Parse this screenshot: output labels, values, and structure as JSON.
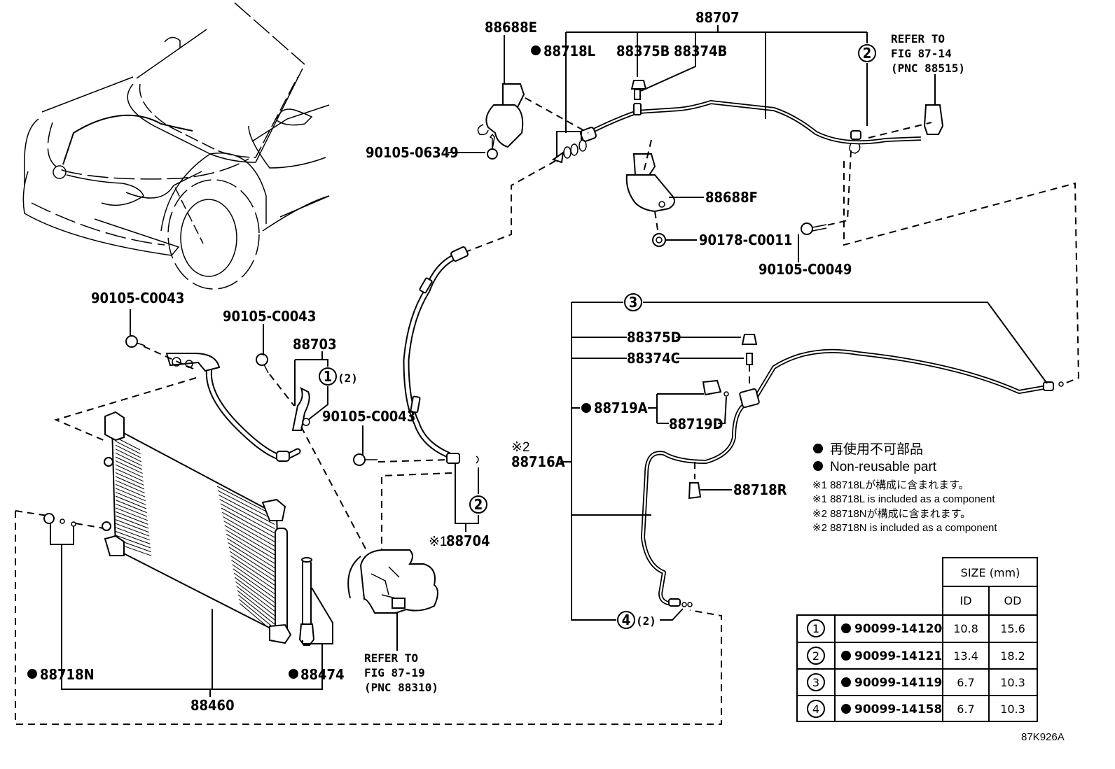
{
  "figure_code": "87K926A",
  "legend": {
    "non_reusable_jp": "再使用不可部品",
    "non_reusable_en": "Non-reusable part",
    "notes": [
      "※1 88718Lが構成に含まれます。",
      "※1 88718L  is included as a component",
      "※2 88718Nが構成に含まれます。",
      "※2 88718N is included as a component"
    ]
  },
  "references": [
    {
      "lines": [
        "REFER TO",
        "FIG 87-14",
        "(PNC 88515)"
      ]
    },
    {
      "lines": [
        "REFER TO",
        "FIG 87-19",
        "(PNC 88310)"
      ]
    }
  ],
  "callouts": {
    "p88707": "88707",
    "p88688E": "88688E",
    "p88718L": "88718L",
    "p88375B": "88375B",
    "p88374B": "88374B",
    "p90105_06349": "90105-06349",
    "p88688F": "88688F",
    "p90178_C0011": "90178-C0011",
    "p90105_C0049": "90105-C0049",
    "p90105_C0043_a": "90105-C0043",
    "p90105_C0043_b": "90105-C0043",
    "p90105_C0043_c": "90105-C0043",
    "p88703": "88703",
    "p88704": "88704",
    "p88704_mark": "※1",
    "p88716A": "88716A",
    "p88716A_mark": "※2",
    "p88375D": "88375D",
    "p88374C": "88374C",
    "p88719A": "88719A",
    "p88719D": "88719D",
    "p88718R": "88718R",
    "p88718N": "88718N",
    "p88474": "88474",
    "p88460": "88460",
    "qty_2": "(2)"
  },
  "oring_markers": [
    "1",
    "2",
    "3",
    "4"
  ],
  "size_table": {
    "header": "SIZE (mm)",
    "col_id": "ID",
    "col_od": "OD",
    "rows": [
      {
        "ref": "1",
        "part": "90099-14120",
        "id": "10.8",
        "od": "15.6"
      },
      {
        "ref": "2",
        "part": "90099-14121",
        "id": "13.4",
        "od": "18.2"
      },
      {
        "ref": "3",
        "part": "90099-14119",
        "id": "6.7",
        "od": "10.3"
      },
      {
        "ref": "4",
        "part": "90099-14158",
        "id": "6.7",
        "od": "10.3"
      }
    ]
  }
}
